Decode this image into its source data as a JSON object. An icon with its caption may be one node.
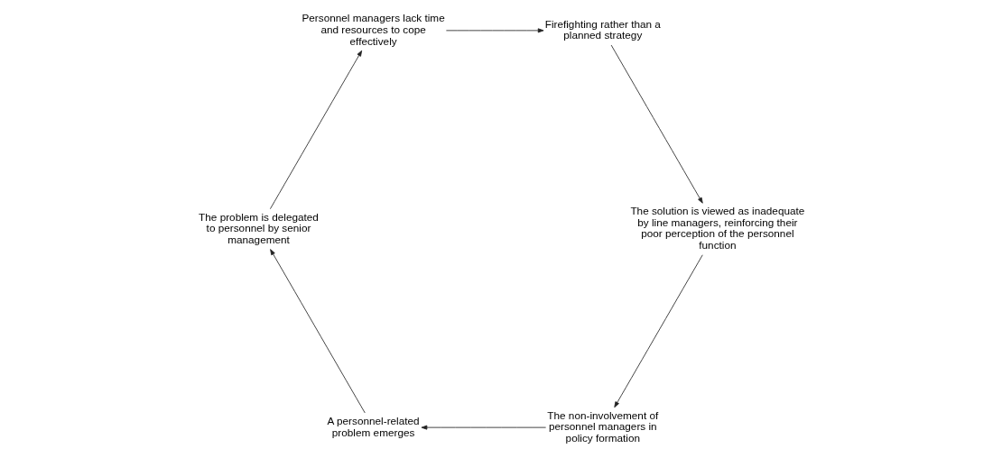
{
  "diagram": {
    "nodes": [
      {
        "text": [
          "The non-involvement of personnel managers in policy formation"
        ]
      },
      {
        "text": [
          "A personnel-related problem emerges"
        ]
      },
      {
        "text": [
          "The problem is delegated to personnel by senior management"
        ]
      },
      {
        "text": [
          "Personnel managers lack time and resources to cope effectively"
        ]
      },
      {
        "text": [
          "Firefighting rather than a planned strategy"
        ]
      },
      {
        "text": [
          "The solution is viewed as inadequate by line managers, reinforcing their poor perception of the personnel function"
        ]
      }
    ],
    "edges": [
      {
        "from": 0,
        "to": 1,
        "arrow": "to"
      },
      {
        "from": 1,
        "to": 2,
        "arrow": "to"
      },
      {
        "from": 2,
        "to": 3,
        "arrow": "to"
      },
      {
        "from": 3,
        "to": 4,
        "arrow": "to"
      },
      {
        "from": 4,
        "to": 5,
        "arrow": "to"
      },
      {
        "from": 5,
        "to": 0,
        "arrow": "to"
      }
    ]
  }
}
